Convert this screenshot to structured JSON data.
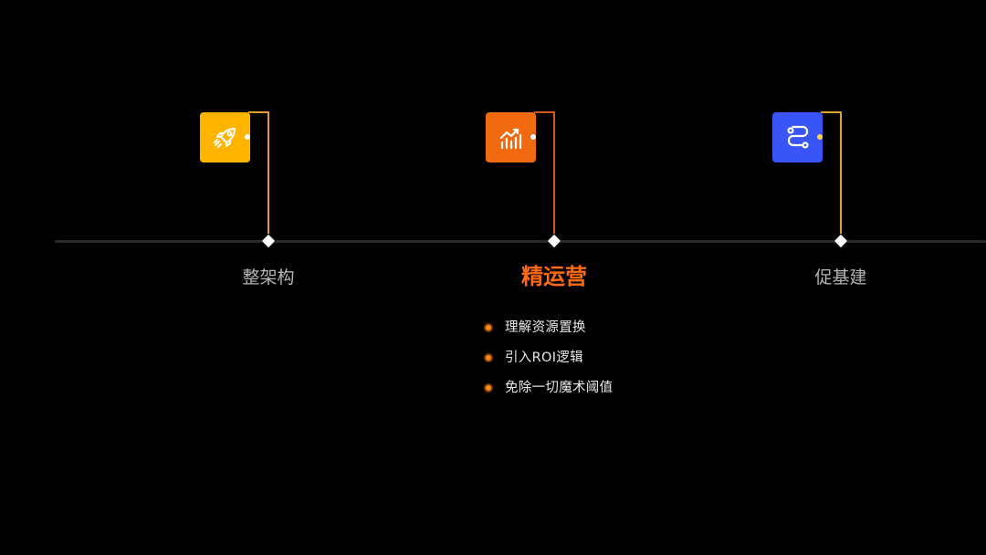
{
  "colors": {
    "background": "#000000",
    "timeline": "#2a2a2a",
    "active_text": "#ff6a13",
    "inactive_text": "#b5b5b5",
    "bullet_text": "#e8e8e8"
  },
  "timeline": {
    "nodes": [
      {
        "label": "整架构",
        "icon": "rocket-icon",
        "icon_color": "#ffb400",
        "connector_color": "#e0a030",
        "active": false
      },
      {
        "label": "精运营",
        "icon": "trend-chart-icon",
        "icon_color": "#f26a10",
        "connector_color": "#d2581c",
        "active": true,
        "bullets": [
          "理解资源置换",
          "引入ROI逻辑",
          "免除一切魔术阈值"
        ]
      },
      {
        "label": "促基建",
        "icon": "route-path-icon",
        "icon_color": "#3a55f5",
        "connector_color": "#e0a030",
        "active": false
      }
    ]
  }
}
